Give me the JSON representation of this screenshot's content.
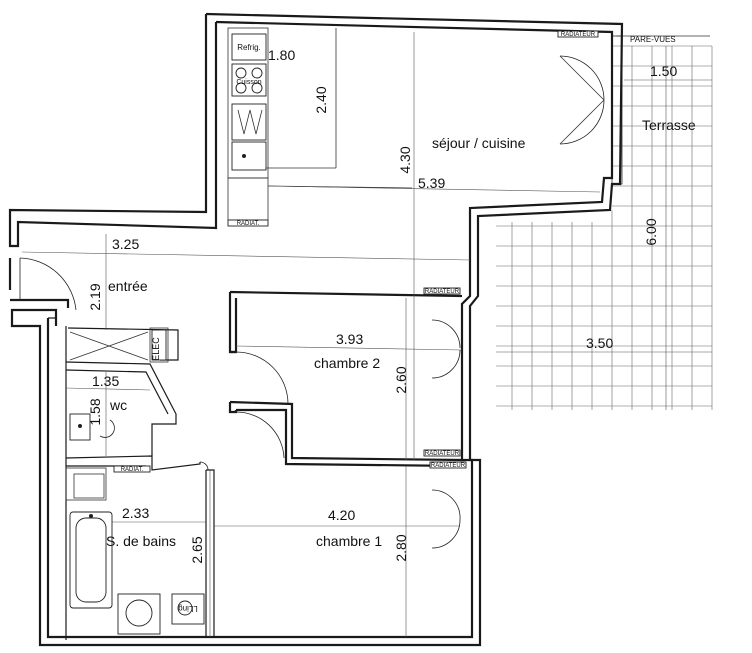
{
  "rooms": {
    "sejour": "séjour / cuisine",
    "terrasse": "Terrasse",
    "entree": "entrée",
    "chambre2": "chambre 2",
    "wc": "wc",
    "bains": "S. de bains",
    "chambre1": "chambre 1"
  },
  "dimensions": {
    "kitchen_width": "1.80",
    "kitchen_depth": "2.40",
    "sejour_height": "4.30",
    "sejour_width": "5.39",
    "terrasse_width_top": "1.50",
    "terrasse_height": "6.00",
    "terrasse_width": "3.50",
    "entree_width": "3.25",
    "entree_height": "2.19",
    "chambre2_width": "3.93",
    "chambre2_height": "2.60",
    "wc_width": "1.35",
    "wc_height": "1.58",
    "bains_width": "2.33",
    "bains_height": "2.65",
    "chambre1_width": "4.20",
    "chambre1_height": "2.80"
  },
  "fixtures": {
    "fridge": "Refrig.",
    "cooktop": "Cuisson",
    "elec": "ELEC",
    "radiator": "RADIATEUR",
    "radiator_short": "RADIAT.",
    "pare_vues": "PARE-VUES",
    "lave_linge": "LLing"
  }
}
